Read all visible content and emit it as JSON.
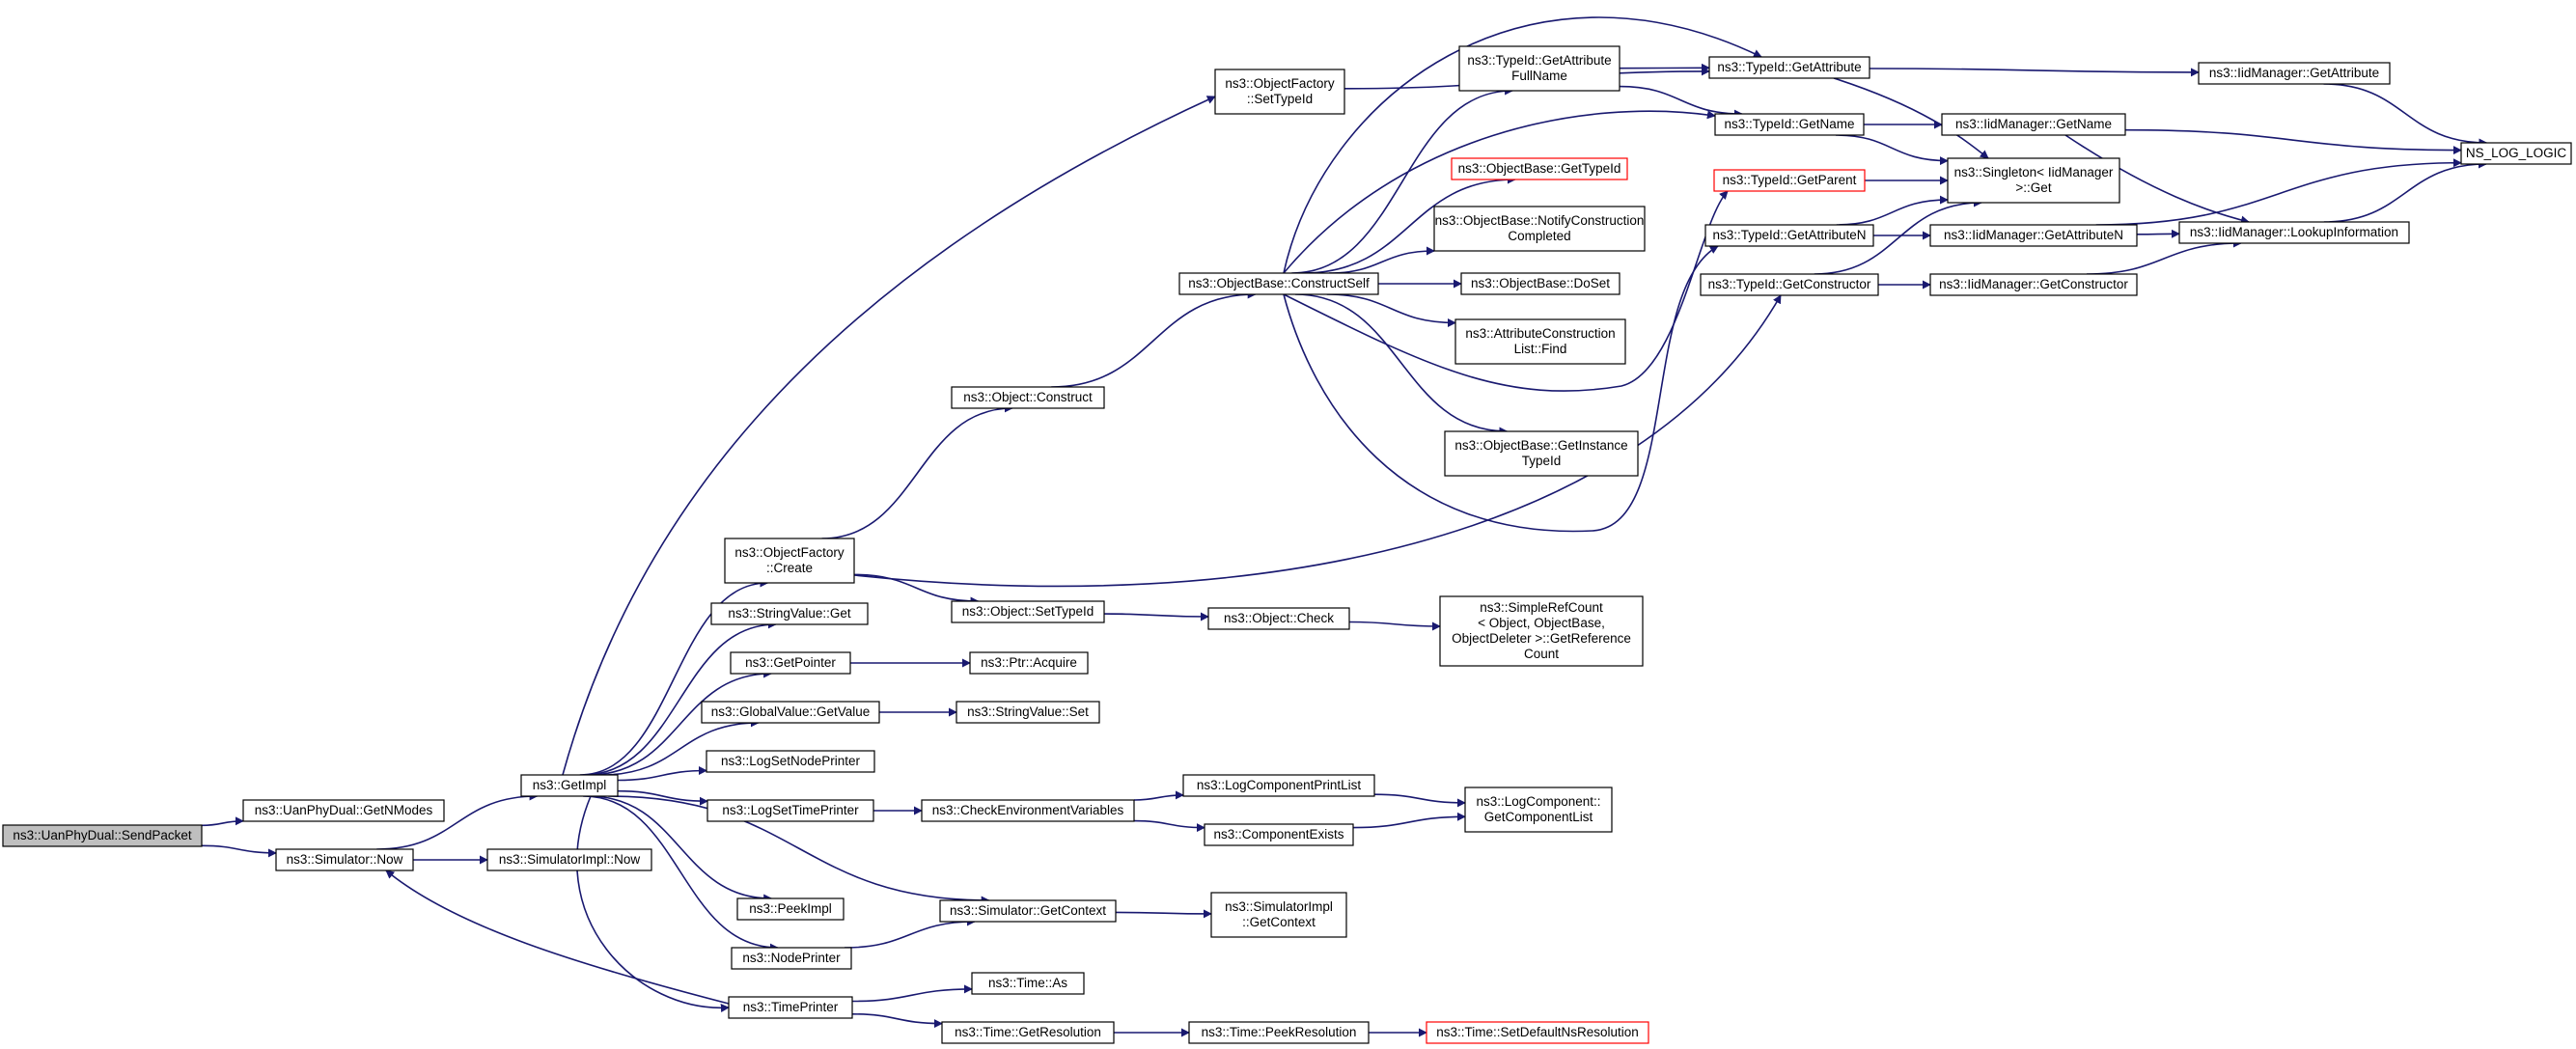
{
  "colors": {
    "edge": "#191970",
    "node_border": "#000000",
    "node_border_incomplete": "#ff0000",
    "root_fill": "#bfbfbf",
    "node_fill": "#ffffff"
  },
  "nodes": [
    {
      "id": "sendpacket",
      "lines": [
        "ns3::UanPhyDual::SendPacket"
      ],
      "style": "root"
    },
    {
      "id": "getnmodes",
      "lines": [
        "ns3::UanPhyDual::GetNModes"
      ]
    },
    {
      "id": "simnow",
      "lines": [
        "ns3::Simulator::Now"
      ]
    },
    {
      "id": "getimpl",
      "lines": [
        "ns3::GetImpl"
      ]
    },
    {
      "id": "simimplnow",
      "lines": [
        "ns3::SimulatorImpl::Now"
      ]
    },
    {
      "id": "of_settypeid",
      "lines": [
        "ns3::ObjectFactory",
        "::SetTypeId"
      ]
    },
    {
      "id": "of_create",
      "lines": [
        "ns3::ObjectFactory",
        "::Create"
      ]
    },
    {
      "id": "sv_get",
      "lines": [
        "ns3::StringValue::Get"
      ]
    },
    {
      "id": "getpointer",
      "lines": [
        "ns3::GetPointer"
      ]
    },
    {
      "id": "gv_getvalue",
      "lines": [
        "ns3::GlobalValue::GetValue"
      ]
    },
    {
      "id": "lognodeprinter",
      "lines": [
        "ns3::LogSetNodePrinter"
      ]
    },
    {
      "id": "logtimeprinter",
      "lines": [
        "ns3::LogSetTimePrinter"
      ]
    },
    {
      "id": "peekimpl",
      "lines": [
        "ns3::PeekImpl"
      ]
    },
    {
      "id": "nodeprinter",
      "lines": [
        "ns3::NodePrinter"
      ]
    },
    {
      "id": "timeprinter",
      "lines": [
        "ns3::TimePrinter"
      ]
    },
    {
      "id": "obj_construct",
      "lines": [
        "ns3::Object::Construct"
      ]
    },
    {
      "id": "obj_settypeid",
      "lines": [
        "ns3::Object::SetTypeId"
      ]
    },
    {
      "id": "ptr_acquire",
      "lines": [
        "ns3::Ptr::Acquire"
      ]
    },
    {
      "id": "sv_set",
      "lines": [
        "ns3::StringValue::Set"
      ]
    },
    {
      "id": "checkenv",
      "lines": [
        "ns3::CheckEnvironmentVariables"
      ]
    },
    {
      "id": "sim_getcontext",
      "lines": [
        "ns3::Simulator::GetContext"
      ]
    },
    {
      "id": "time_as",
      "lines": [
        "ns3::Time::As"
      ]
    },
    {
      "id": "time_getres",
      "lines": [
        "ns3::Time::GetResolution"
      ]
    },
    {
      "id": "ob_constructself",
      "lines": [
        "ns3::ObjectBase::ConstructSelf"
      ]
    },
    {
      "id": "obj_check",
      "lines": [
        "ns3::Object::Check"
      ]
    },
    {
      "id": "lcprintlist",
      "lines": [
        "ns3::LogComponentPrintList"
      ]
    },
    {
      "id": "compexists",
      "lines": [
        "ns3::ComponentExists"
      ]
    },
    {
      "id": "simimpl_getcontext",
      "lines": [
        "ns3::SimulatorImpl",
        "::GetContext"
      ]
    },
    {
      "id": "time_peekres",
      "lines": [
        "ns3::Time::PeekResolution"
      ]
    },
    {
      "id": "tid_getattrfullname",
      "lines": [
        "ns3::TypeId::GetAttribute",
        "FullName"
      ]
    },
    {
      "id": "ob_gettypeid",
      "lines": [
        "ns3::ObjectBase::GetTypeId"
      ],
      "style": "red"
    },
    {
      "id": "ob_notify",
      "lines": [
        "ns3::ObjectBase::NotifyConstruction",
        "Completed"
      ]
    },
    {
      "id": "ob_doset",
      "lines": [
        "ns3::ObjectBase::DoSet"
      ]
    },
    {
      "id": "acl_find",
      "lines": [
        "ns3::AttributeConstruction",
        "List::Find"
      ]
    },
    {
      "id": "ob_getinstancetypeid",
      "lines": [
        "ns3::ObjectBase::GetInstance",
        "TypeId"
      ]
    },
    {
      "id": "simplerefcount",
      "lines": [
        "ns3::SimpleRefCount",
        "< Object, ObjectBase,",
        "ObjectDeleter >::GetReference",
        "Count"
      ]
    },
    {
      "id": "lc_getcomplist",
      "lines": [
        "ns3::LogComponent::",
        "GetComponentList"
      ]
    },
    {
      "id": "time_setdefault",
      "lines": [
        "ns3::Time::SetDefaultNsResolution"
      ],
      "style": "red"
    },
    {
      "id": "tid_getattribute",
      "lines": [
        "ns3::TypeId::GetAttribute"
      ]
    },
    {
      "id": "tid_getname",
      "lines": [
        "ns3::TypeId::GetName"
      ]
    },
    {
      "id": "tid_getparent",
      "lines": [
        "ns3::TypeId::GetParent"
      ],
      "style": "red"
    },
    {
      "id": "tid_getattributen",
      "lines": [
        "ns3::TypeId::GetAttributeN"
      ]
    },
    {
      "id": "tid_getconstructor",
      "lines": [
        "ns3::TypeId::GetConstructor"
      ]
    },
    {
      "id": "singleton_get",
      "lines": [
        "ns3::Singleton< IidManager",
        ">::Get"
      ]
    },
    {
      "id": "iid_getname",
      "lines": [
        "ns3::IidManager::GetName"
      ]
    },
    {
      "id": "iid_getattributen",
      "lines": [
        "ns3::IidManager::GetAttributeN"
      ]
    },
    {
      "id": "iid_getconstructor",
      "lines": [
        "ns3::IidManager::GetConstructor"
      ]
    },
    {
      "id": "iid_getattribute",
      "lines": [
        "ns3::IidManager::GetAttribute"
      ]
    },
    {
      "id": "iid_lookup",
      "lines": [
        "ns3::IidManager::LookupInformation"
      ]
    },
    {
      "id": "ns_log_logic",
      "lines": [
        "NS_LOG_LOGIC"
      ]
    }
  ],
  "edges": [
    [
      "sendpacket",
      "getnmodes"
    ],
    [
      "sendpacket",
      "simnow"
    ],
    [
      "simnow",
      "getimpl"
    ],
    [
      "simnow",
      "simimplnow"
    ],
    [
      "getimpl",
      "of_settypeid"
    ],
    [
      "getimpl",
      "of_create"
    ],
    [
      "getimpl",
      "sv_get"
    ],
    [
      "getimpl",
      "getpointer"
    ],
    [
      "getimpl",
      "gv_getvalue"
    ],
    [
      "getimpl",
      "lognodeprinter"
    ],
    [
      "getimpl",
      "logtimeprinter"
    ],
    [
      "getimpl",
      "peekimpl"
    ],
    [
      "getimpl",
      "nodeprinter"
    ],
    [
      "getimpl",
      "timeprinter"
    ],
    [
      "getimpl",
      "sim_getcontext"
    ],
    [
      "timeprinter",
      "simnow"
    ],
    [
      "timeprinter",
      "time_as"
    ],
    [
      "timeprinter",
      "time_getres"
    ],
    [
      "of_settypeid",
      "tid_getattribute"
    ],
    [
      "of_create",
      "obj_construct"
    ],
    [
      "of_create",
      "obj_settypeid"
    ],
    [
      "of_create",
      "tid_getconstructor"
    ],
    [
      "getpointer",
      "ptr_acquire"
    ],
    [
      "gv_getvalue",
      "sv_set"
    ],
    [
      "logtimeprinter",
      "checkenv"
    ],
    [
      "nodeprinter",
      "sim_getcontext"
    ],
    [
      "obj_construct",
      "ob_constructself"
    ],
    [
      "obj_settypeid",
      "obj_check"
    ],
    [
      "checkenv",
      "lcprintlist"
    ],
    [
      "checkenv",
      "compexists"
    ],
    [
      "sim_getcontext",
      "simimpl_getcontext"
    ],
    [
      "time_getres",
      "time_peekres"
    ],
    [
      "time_peekres",
      "time_setdefault"
    ],
    [
      "ob_constructself",
      "tid_getattrfullname"
    ],
    [
      "ob_constructself",
      "tid_getattribute"
    ],
    [
      "ob_constructself",
      "tid_getname"
    ],
    [
      "ob_constructself",
      "ob_gettypeid"
    ],
    [
      "ob_constructself",
      "ob_notify"
    ],
    [
      "ob_constructself",
      "ob_doset"
    ],
    [
      "ob_constructself",
      "acl_find"
    ],
    [
      "ob_constructself",
      "ob_getinstancetypeid"
    ],
    [
      "ob_constructself",
      "tid_getparent"
    ],
    [
      "ob_constructself",
      "tid_getattributen"
    ],
    [
      "obj_check",
      "simplerefcount"
    ],
    [
      "lcprintlist",
      "lc_getcomplist"
    ],
    [
      "compexists",
      "lc_getcomplist"
    ],
    [
      "tid_getattrfullname",
      "tid_getattribute"
    ],
    [
      "tid_getattrfullname",
      "tid_getname"
    ],
    [
      "tid_getattribute",
      "iid_getattribute"
    ],
    [
      "tid_getattribute",
      "singleton_get"
    ],
    [
      "tid_getname",
      "iid_getname"
    ],
    [
      "tid_getname",
      "singleton_get"
    ],
    [
      "tid_getparent",
      "singleton_get"
    ],
    [
      "tid_getattributen",
      "singleton_get"
    ],
    [
      "tid_getattributen",
      "iid_getattributen"
    ],
    [
      "tid_getconstructor",
      "singleton_get"
    ],
    [
      "tid_getconstructor",
      "iid_getconstructor"
    ],
    [
      "iid_getattribute",
      "ns_log_logic"
    ],
    [
      "iid_getname",
      "ns_log_logic"
    ],
    [
      "iid_getname",
      "iid_lookup"
    ],
    [
      "iid_getattributen",
      "ns_log_logic"
    ],
    [
      "iid_getattributen",
      "iid_lookup"
    ],
    [
      "iid_getconstructor",
      "iid_lookup"
    ],
    [
      "iid_lookup",
      "ns_log_logic"
    ]
  ]
}
